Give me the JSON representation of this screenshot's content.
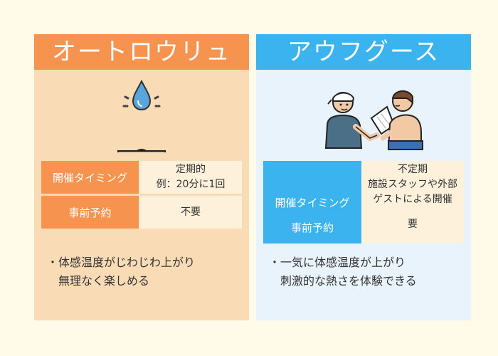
{
  "left": {
    "title": "オートロウリュ",
    "icon": "water-drop-over-sauna-stones",
    "rows": [
      {
        "label": "開催タイミング",
        "values": [
          "定期的",
          "例：20分に1回"
        ]
      },
      {
        "label": "事前予約",
        "values": [
          "不要"
        ]
      }
    ],
    "bullet": {
      "marker": "・",
      "lines": [
        "体感温度がじわじわ上がり",
        "無理なく楽しめる"
      ]
    }
  },
  "right": {
    "title": "アウフグース",
    "icon": "staff-fanning-bather",
    "rows": [
      {
        "label": "開催タイミング",
        "values": [
          "不定期",
          "施設スタッフや外部",
          "ゲストによる開催"
        ]
      },
      {
        "label": "事前予約",
        "values": [
          "要"
        ]
      }
    ],
    "bullet": {
      "marker": "・",
      "lines": [
        "一気に体感温度が上がり",
        "刺激的な熱さを体験できる"
      ]
    }
  },
  "colors": {
    "orange": "#f6944f",
    "blue": "#3ab3ee",
    "left_bg": "#f9dcb6",
    "right_bg": "#e9f3fc",
    "cell_bg": "#fdf1dc"
  }
}
